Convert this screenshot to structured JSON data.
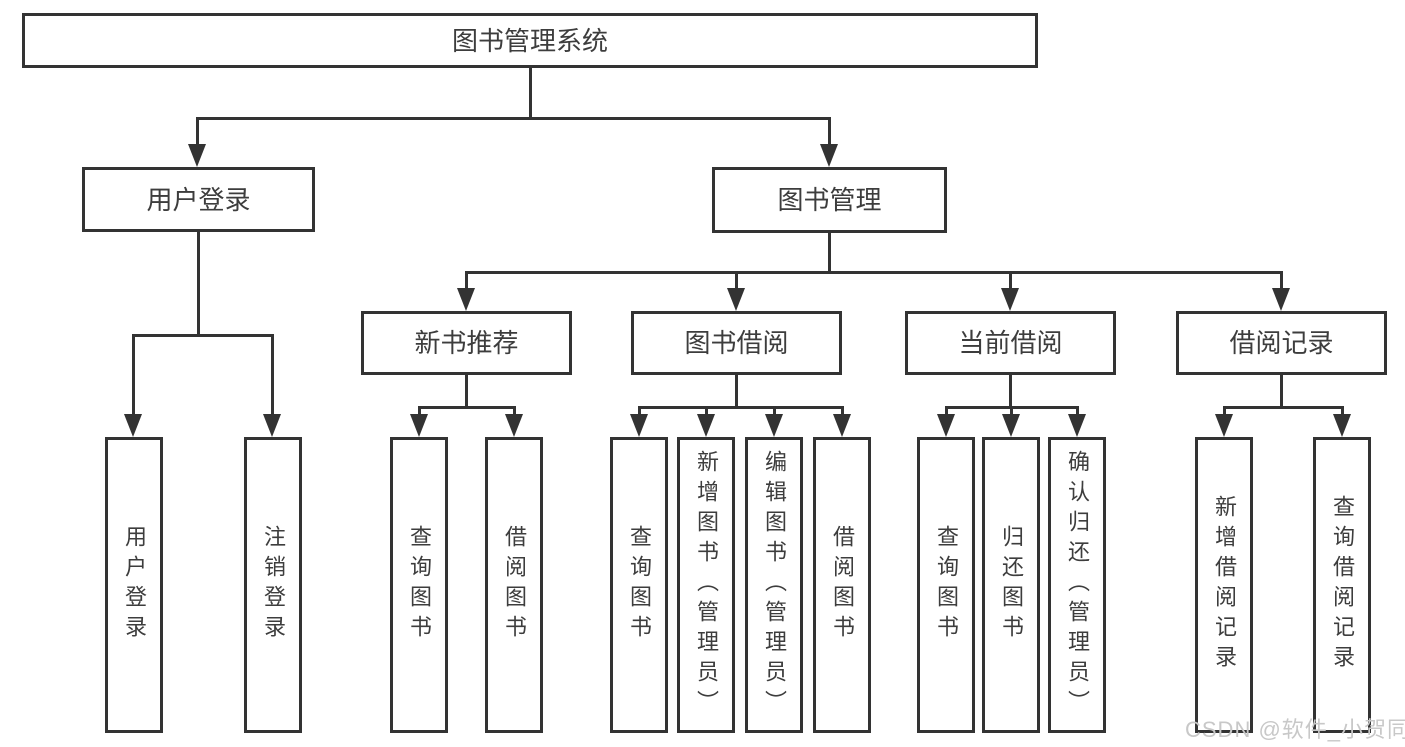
{
  "diagram_title": "图书管理系统",
  "colors": {
    "line": "#333333",
    "text": "#3d3d3d",
    "background": "#ffffff",
    "watermark": "#c8c8c8"
  },
  "levels": {
    "l1": {
      "label": "图书管理系统"
    },
    "l2": [
      {
        "label": "用户登录"
      },
      {
        "label": "图书管理"
      }
    ],
    "l3": [
      {
        "label": "新书推荐",
        "parent": "图书管理"
      },
      {
        "label": "图书借阅",
        "parent": "图书管理"
      },
      {
        "label": "当前借阅",
        "parent": "图书管理"
      },
      {
        "label": "借阅记录",
        "parent": "图书管理"
      }
    ],
    "leaves": [
      {
        "label": "用户登录",
        "parent": "用户登录"
      },
      {
        "label": "注销登录",
        "parent": "用户登录"
      },
      {
        "label": "查询图书",
        "parent": "新书推荐"
      },
      {
        "label": "借阅图书",
        "parent": "新书推荐"
      },
      {
        "label": "查询图书",
        "parent": "图书借阅"
      },
      {
        "label": "新增图书（管理员）",
        "parent": "图书借阅"
      },
      {
        "label": "编辑图书（管理员）",
        "parent": "图书借阅"
      },
      {
        "label": "借阅图书",
        "parent": "图书借阅"
      },
      {
        "label": "查询图书",
        "parent": "当前借阅"
      },
      {
        "label": "归还图书",
        "parent": "当前借阅"
      },
      {
        "label": "确认归还（管理员）",
        "parent": "当前借阅"
      },
      {
        "label": "新增借阅记录",
        "parent": "借阅记录"
      },
      {
        "label": "查询借阅记录",
        "parent": "借阅记录"
      }
    ]
  },
  "watermark": {
    "text": "CSDN @软件_小贺同学"
  }
}
